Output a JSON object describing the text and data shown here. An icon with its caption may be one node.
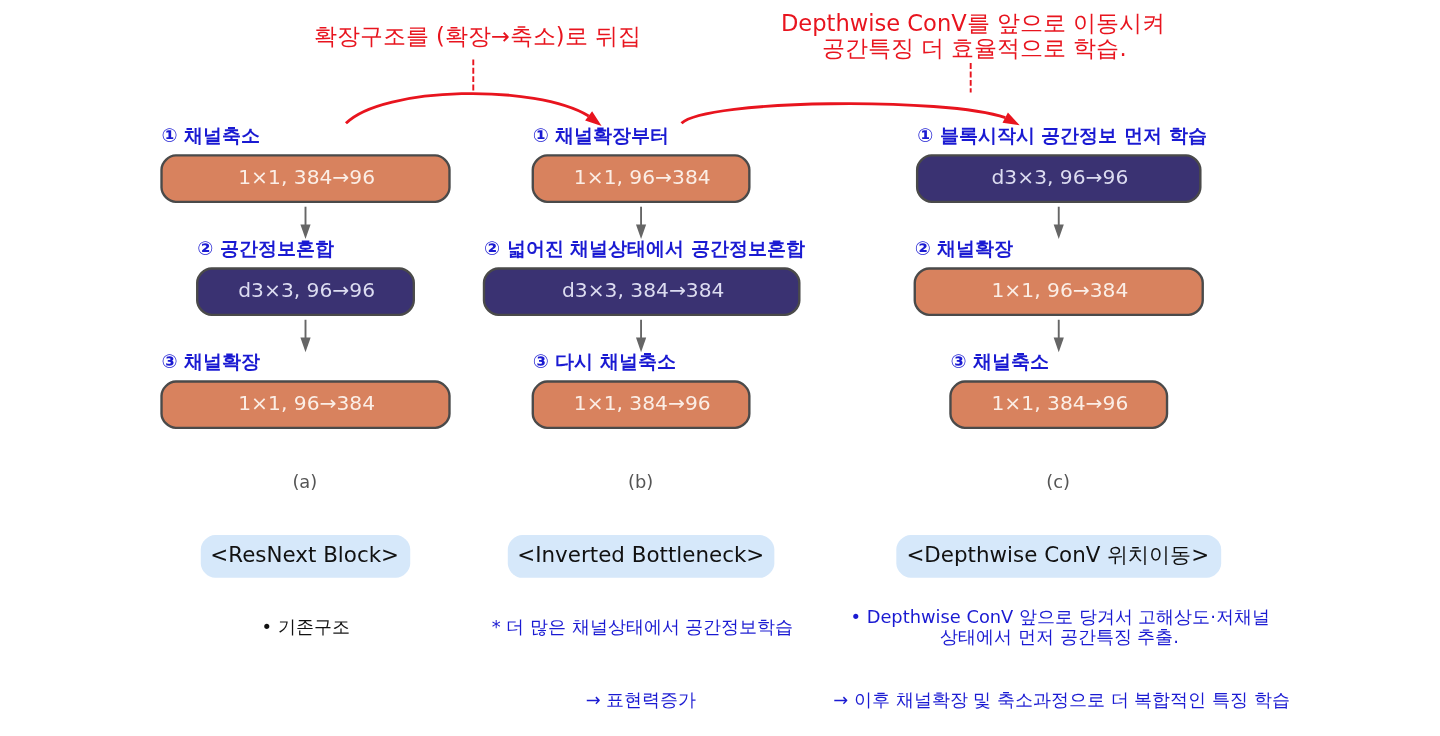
{
  "diagram": {
    "nodes": [
      {
        "text": [
          "확장구조를 (확장→축소)로 뒤집"
        ]
      },
      {
        "text": [
          "Depthwise ConV를 앞으로 이동시켜 공간특징 더 효율적으로 학습."
        ]
      },
      {
        "text": [
          "1×1, 384→96"
        ],
        "beside": [
          "① 채널축소"
        ]
      },
      {
        "text": [
          "d3×3, 96→96"
        ],
        "beside": [
          "② 공간정보혼합"
        ]
      },
      {
        "text": [
          "1×1, 96→384"
        ],
        "beside": [
          "③ 채널확장"
        ]
      },
      {
        "text": [
          "1×1, 96→384"
        ],
        "beside": [
          "① 채널확장부터"
        ]
      },
      {
        "text": [
          "d3×3, 384→384"
        ],
        "beside": [
          "② 넓어진 채널상태에서 공간정보혼합"
        ]
      },
      {
        "text": [
          "1×1, 384→96"
        ],
        "beside": [
          "③ 다시 채널축소"
        ]
      },
      {
        "text": [
          "d3×3, 96→96"
        ],
        "beside": [
          "① 블록시작시 공간정보 먼저 학습"
        ]
      },
      {
        "text": [
          "1×1, 96→384"
        ],
        "beside": [
          "② 채널확장"
        ]
      },
      {
        "text": [
          "1×1, 384→96"
        ],
        "beside": [
          "③ 채널축소"
        ]
      }
    ],
    "edges": [
      {
        "from": 2,
        "to": 3,
        "arrow": "to"
      },
      {
        "from": 3,
        "to": 4,
        "arrow": "to"
      },
      {
        "from": 5,
        "to": 6,
        "arrow": "to"
      },
      {
        "from": 6,
        "to": 7,
        "arrow": "to"
      },
      {
        "from": 8,
        "to": 9,
        "arrow": "to"
      },
      {
        "from": 9,
        "to": 10,
        "arrow": "to"
      },
      {
        "from": 2,
        "to": 5,
        "arrow": "to",
        "color": "#e8141e"
      },
      {
        "from": 5,
        "to": 8,
        "arrow": "to",
        "color": "#e8141e"
      },
      {
        "from": 0,
        "to": null,
        "arrow": "none",
        "style": "dashed",
        "color": "#e8141e"
      },
      {
        "from": 1,
        "to": null,
        "arrow": "none",
        "style": "dashed",
        "color": "#e8141e"
      }
    ],
    "labels": [
      "(a)",
      "(b)",
      "(c)",
      "<ResNext Block>",
      "<Inverted Bottleneck>",
      "<Depthwise ConV 위치이동>",
      "• 기존구조",
      "* 더 많은 채널상태에서 공간정보학습",
      "→ 표현력증가",
      "• Depthwise ConV 앞으로 당겨서 고해상도·저채널 상태에서 먼저 공간특징 추출.",
      "→ 이후 채널확장 및 축소과정으로 더 복합적인 특징 학습"
    ]
  }
}
